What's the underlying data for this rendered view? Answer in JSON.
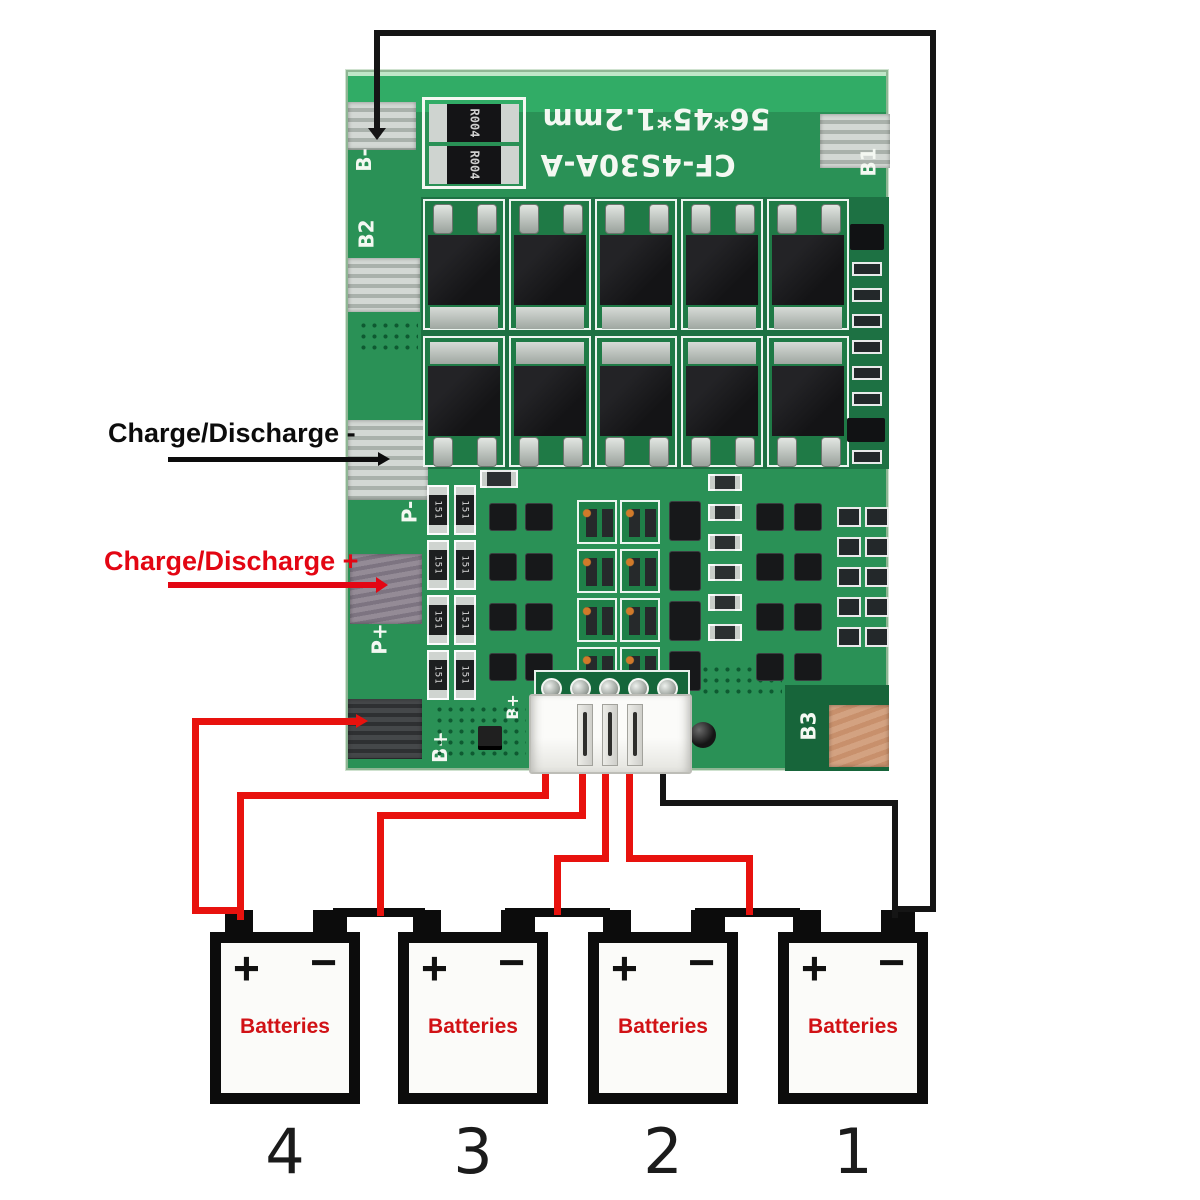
{
  "annotations": {
    "charge_discharge_neg": "Charge/Discharge -",
    "charge_discharge_pos": "Charge/Discharge +"
  },
  "board": {
    "model": "CF-4S30A-A",
    "size": "56*45*1.2mm",
    "labels": {
      "b_minus": "B-",
      "b2": "B2",
      "b1": "B1",
      "p_minus": "P-",
      "p_plus": "P+",
      "b_plus": "B+",
      "b_plus_conn": "B+",
      "b_minus_conn": "B-",
      "b3": "B3"
    },
    "components": {
      "shunt": "R004",
      "resistor": "151"
    }
  },
  "batteries": {
    "name": "Batteries",
    "plus": "+",
    "minus": "−",
    "items": [
      {
        "number": "4"
      },
      {
        "number": "3"
      },
      {
        "number": "2"
      },
      {
        "number": "1"
      }
    ]
  },
  "colors": {
    "wire_red": "#e8120e",
    "wire_black": "#151515",
    "pcb_green": "#2a9156",
    "pcb_green_dark": "#1d7143",
    "pcb_band": "#31ac66",
    "silkscreen": "#f4f8f2",
    "label_red": "#e30613",
    "battery_red": "#d11216",
    "copper": "#c8906c"
  }
}
